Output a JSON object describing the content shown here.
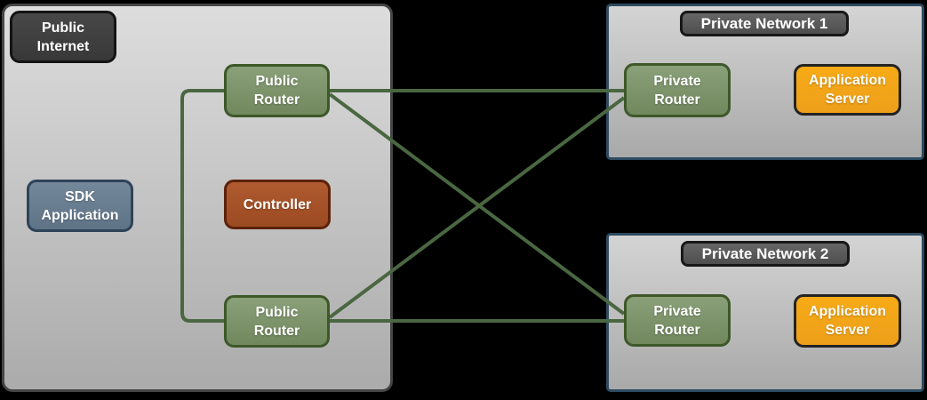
{
  "public_internet": {
    "title": "Public Internet",
    "sdk_application": "SDK Application",
    "controller": "Controller",
    "public_router_top": "Public Router",
    "public_router_bottom": "Public Router"
  },
  "private_network_1": {
    "title": "Private Network 1",
    "private_router": "Private Router",
    "application_server": "Application Server"
  },
  "private_network_2": {
    "title": "Private Network 2",
    "private_router": "Private Router",
    "application_server": "Application Server"
  },
  "colors": {
    "background": "#000000",
    "link_line": "#4a6741",
    "router_fill": "#7e9470",
    "router_border": "#3d5829",
    "sdk_fill": "#6b8093",
    "sdk_border": "#2e4357",
    "controller_fill": "#a9512a",
    "controller_border": "#5c220a",
    "app_server_fill": "#f2a518",
    "app_server_border": "#232323",
    "zone_fill_top": "#dddddd",
    "zone_fill_bottom": "#ababab",
    "public_zone_border": "#454545",
    "private_zone_border": "#2d4a60",
    "badge_dark_fill": "#3f3f3f",
    "badge_gray_fill": "#5b5b5b"
  }
}
